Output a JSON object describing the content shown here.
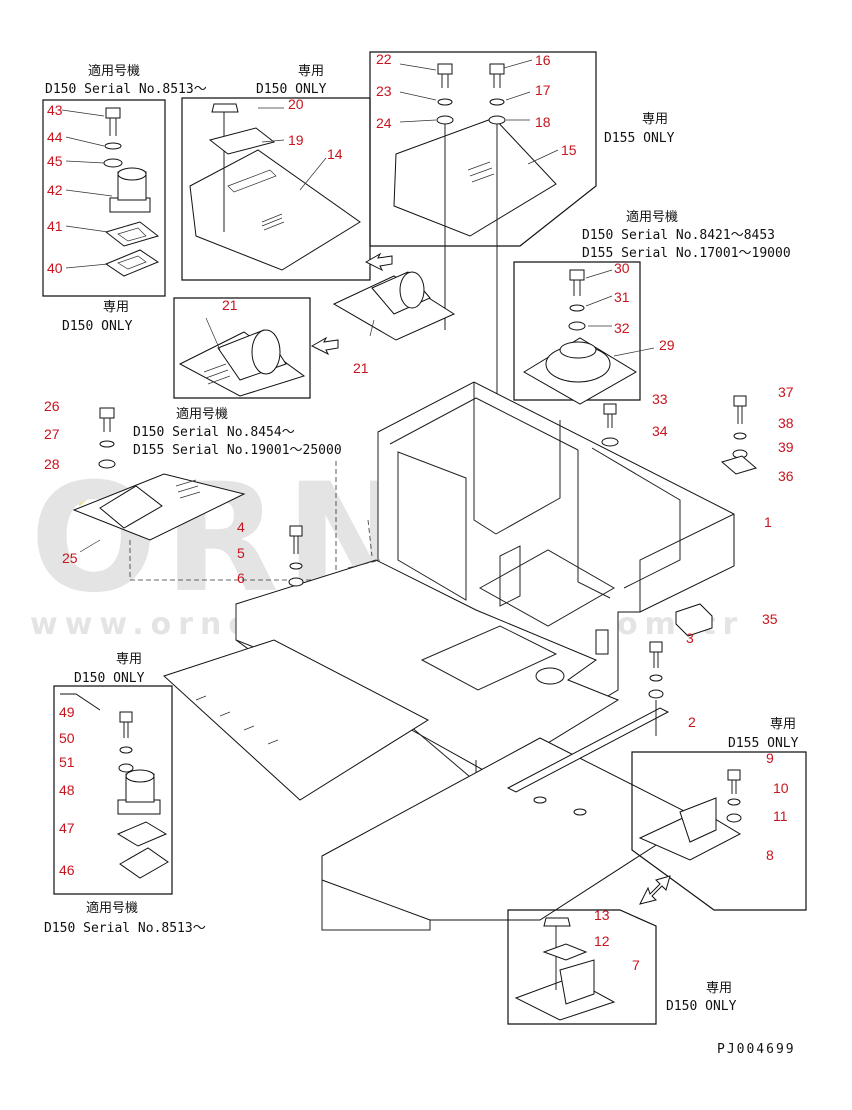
{
  "watermark": {
    "logo": "ORNEK",
    "url": "www.ornekismakinalari.com.tr"
  },
  "drawing_code": "PJ004699",
  "notes": {
    "top_left_applicable": "適用号機",
    "top_left_serial": "D150 Serial No.8513～",
    "top_left_only_kanji": "専用",
    "top_left_only": "D150 ONLY",
    "top_center_only_kanji": "専用",
    "top_center_only": "D150 ONLY",
    "top_right_only_kanji": "専用",
    "top_right_only": "D155 ONLY",
    "right_applicable": "適用号機",
    "right_serial_1": "D150 Serial No.8421～8453",
    "right_serial_2": "D155 Serial No.17001～19000",
    "mid_applicable": "適用号機",
    "mid_serial_1": "D150 Serial No.8454～",
    "mid_serial_2": "D155 Serial No.19001～25000",
    "lower_left_only_kanji": "専用",
    "lower_left_only": "D150 ONLY",
    "lower_left_applicable": "適用号機",
    "lower_left_serial": "D150 Serial No.8513～",
    "lower_right_only_kanji": "専用",
    "lower_right_only": "D155 ONLY",
    "bottom_right_only_kanji": "専用",
    "bottom_right_only": "D150 ONLY"
  },
  "callouts": [
    "1",
    "2",
    "3",
    "4",
    "5",
    "6",
    "7",
    "8",
    "9",
    "10",
    "11",
    "12",
    "13",
    "14",
    "15",
    "16",
    "17",
    "18",
    "19",
    "20",
    "21",
    "22",
    "23",
    "24",
    "25",
    "26",
    "27",
    "28",
    "29",
    "30",
    "31",
    "32",
    "33",
    "34",
    "35",
    "36",
    "37",
    "38",
    "39",
    "40",
    "41",
    "42",
    "43",
    "44",
    "45",
    "46",
    "47",
    "48",
    "49",
    "50",
    "51"
  ],
  "colors": {
    "callout": "#c8141e",
    "line": "#111111",
    "watermark": "#d0d0d0",
    "watermark_accent": "#e3c64a"
  }
}
